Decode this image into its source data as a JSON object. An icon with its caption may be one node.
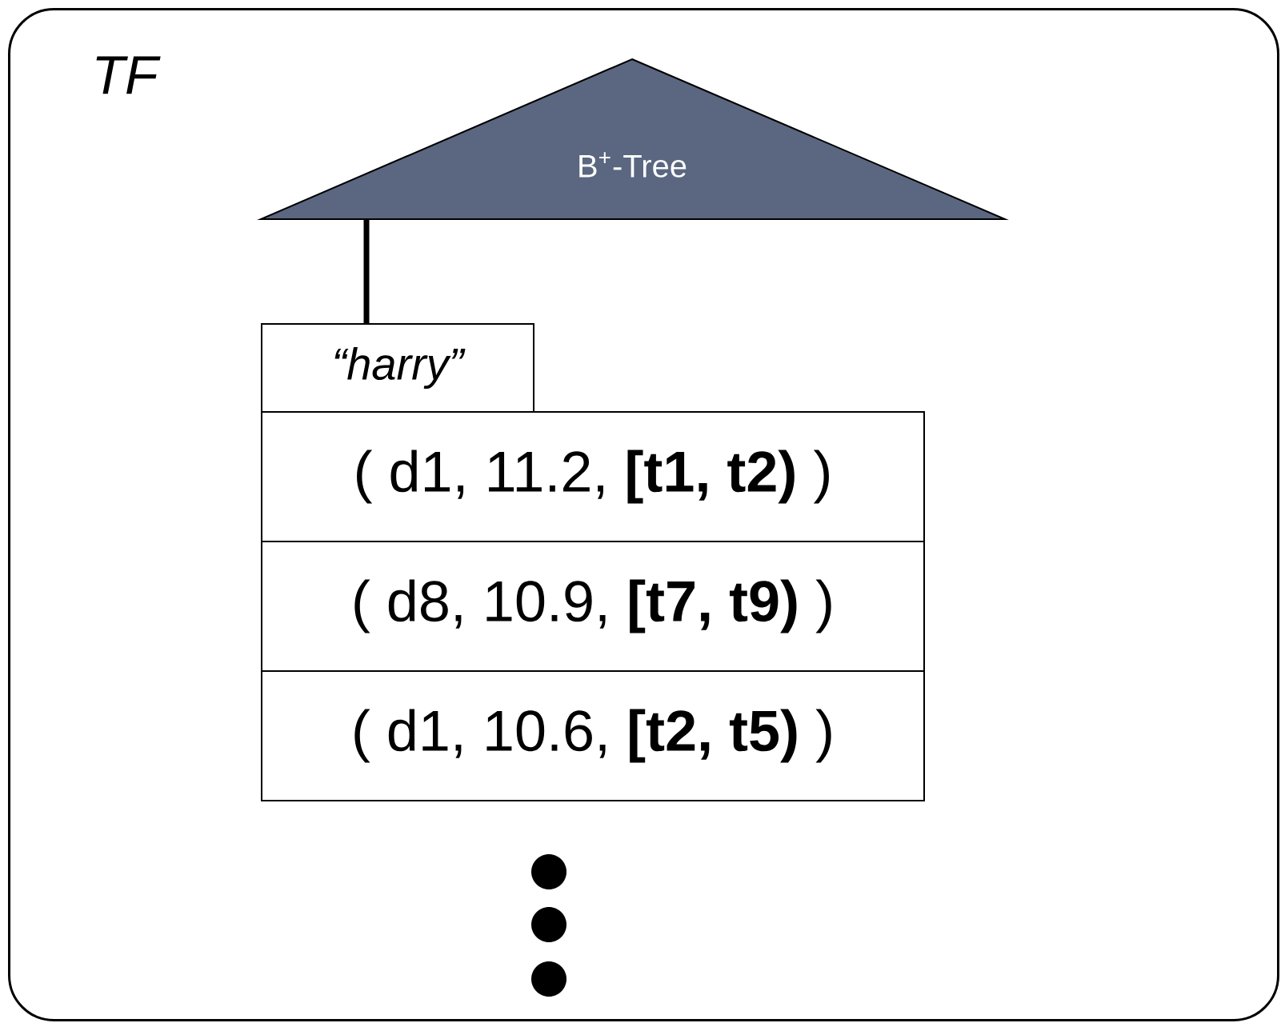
{
  "diagram": {
    "nodes": [
      {
        "text": [
          "TF"
        ]
      },
      {
        "text": [
          "B$^{+}$-Tree"
        ],
        "in": 0
      },
      {
        "text": [
          "“harry”"
        ],
        "in": 0
      },
      {
        "text": [
          "( d1, 11.2, **[t1, t2)** )"
        ],
        "in": 0
      },
      {
        "text": [
          "( d8, 10.9, **[t7, t9)** )"
        ],
        "in": 0
      },
      {
        "text": [
          "( d1, 10.6, **[t2, t5)** )"
        ],
        "in": 0
      }
    ],
    "edges": [
      {
        "from": 1,
        "to": 2,
        "arrow": "none"
      }
    ]
  }
}
